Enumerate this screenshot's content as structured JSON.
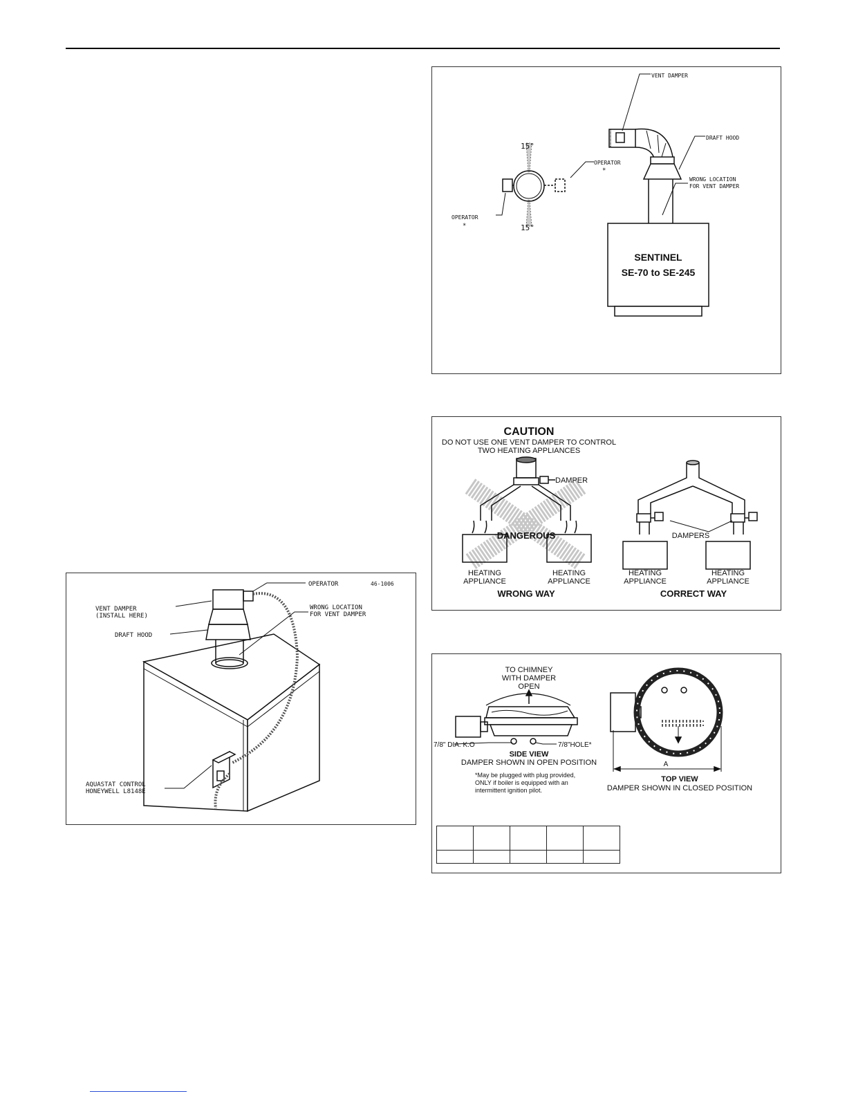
{
  "fig1": {
    "vent_damper": "VENT DAMPER",
    "draft_hood": "DRAFT HOOD",
    "operator_top": "OPERATOR",
    "operator_left": "OPERATOR",
    "asterisk": "*",
    "angle_top": "15°",
    "angle_bottom": "15°",
    "wrong_location_line1": "WRONG LOCATION",
    "wrong_location_line2": "FOR VENT DAMPER",
    "boiler_name": "SENTINEL",
    "boiler_models": "SE-70 to SE-245"
  },
  "fig2": {
    "caution_title": "CAUTION",
    "caution_line1": "DO NOT USE ONE VENT DAMPER TO CONTROL",
    "caution_line2": "TWO HEATING APPLIANCES",
    "damper": "DAMPER",
    "dangerous": "DANGEROUS",
    "dampers": "DAMPERS",
    "heating": "HEATING",
    "appliance": "APPLIANCE",
    "wrong_way": "WRONG WAY",
    "correct_way": "CORRECT WAY"
  },
  "fig3": {
    "chimney_line1": "TO CHIMNEY",
    "chimney_line2": "WITH DAMPER",
    "chimney_line3": "OPEN",
    "dia_ko": "7/8\" DIA. K.O",
    "hole": "7/8\"HOLE*",
    "side_view": "SIDE VIEW",
    "side_view_sub": "DAMPER SHOWN IN OPEN POSITION",
    "note_line1": "*May be plugged with plug provided,",
    "note_line2": "ONLY if boiler is equipped with an",
    "note_line3": "intermittent ignition pilot.",
    "dim_a": "A",
    "top_view": "TOP VIEW",
    "top_view_sub": "DAMPER SHOWN IN CLOSED POSITION"
  },
  "fig4": {
    "operator": "OPERATOR",
    "drawing_number": "46-1006",
    "vent_damper_line1": "VENT DAMPER",
    "vent_damper_line2": "(INSTALL HERE)",
    "wrong_location_line1": "WRONG LOCATION",
    "wrong_location_line2": "FOR VENT DAMPER",
    "draft_hood": "DRAFT HOOD",
    "aquastat_line1": "AQUASTAT CONTROL",
    "aquastat_line2": "HONEYWELL L8148E"
  }
}
